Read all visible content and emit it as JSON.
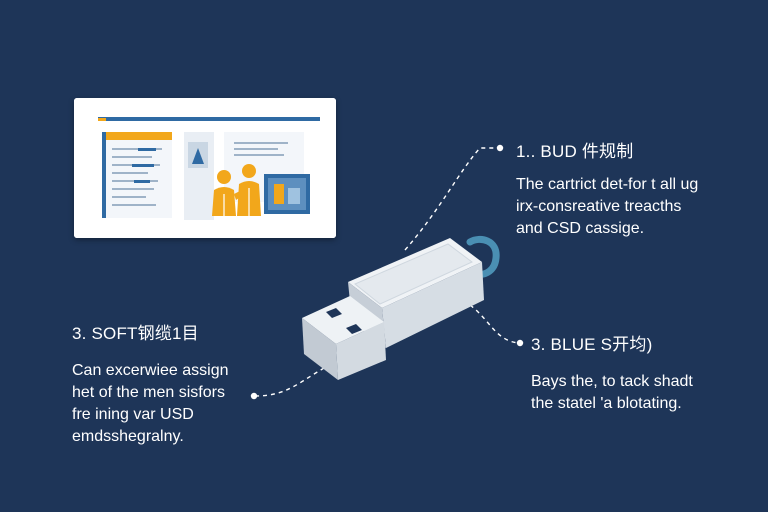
{
  "callouts": {
    "one": {
      "heading": "1.. BUD 件规制",
      "lines": [
        "The cartrict det-for t all ug",
        "irx-consreative treacths",
        "and CSD cassige."
      ]
    },
    "two": {
      "heading": "3. SOFT钢缆1目",
      "lines": [
        "Can excerwiee assign",
        "het of the men sisfors",
        "fre ining var USD",
        "emdsshegralny."
      ]
    },
    "three": {
      "heading": "3. BLUE S开均)",
      "lines": [
        "Bays the, to tack shadt",
        "the statel 'a blotating."
      ]
    }
  },
  "colors": {
    "background": "#1e3558",
    "accent_orange": "#f2a71b",
    "accent_blue": "#2f6aa3",
    "usb_body": "#e7ecf1",
    "usb_loop": "#4a8fb3"
  },
  "icons": {
    "usb": "usb-drive-icon",
    "screen": "screenshot-illustration"
  }
}
